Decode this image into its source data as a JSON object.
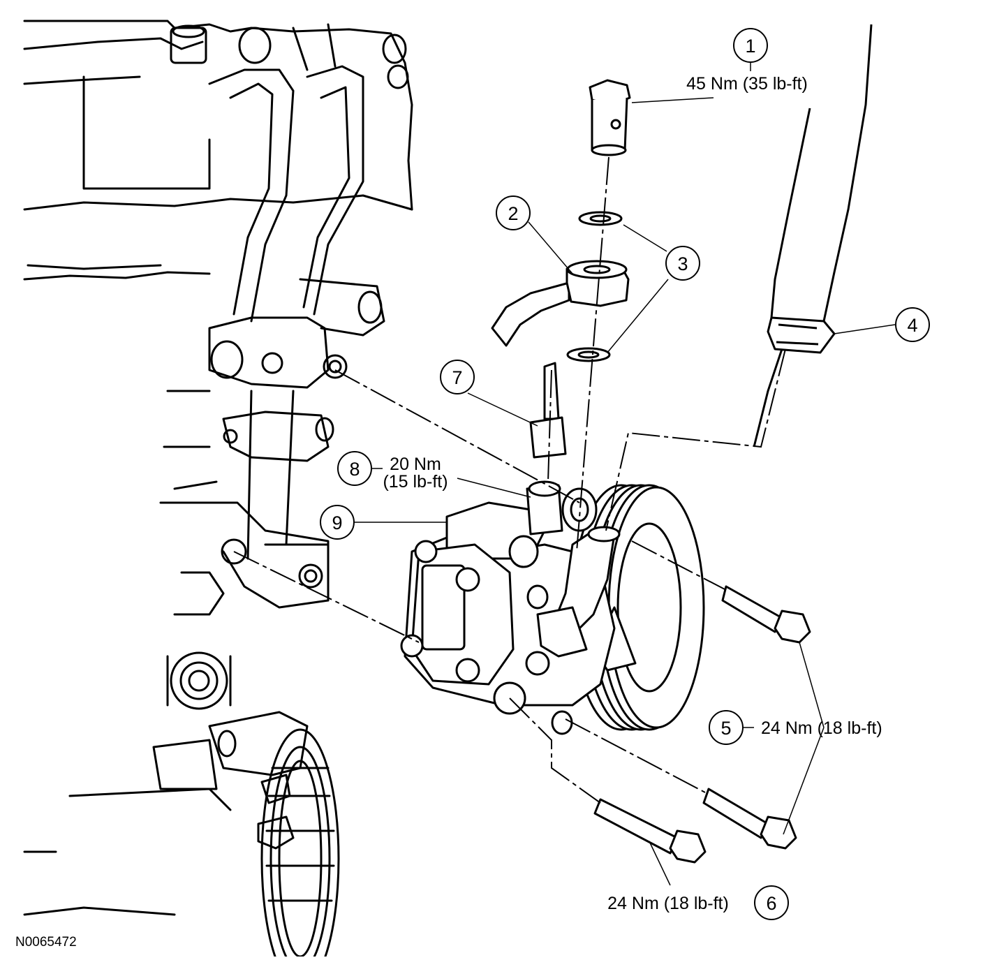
{
  "figure_id": "N0065472",
  "colors": {
    "line": "#000000",
    "background": "#ffffff"
  },
  "callouts": [
    {
      "number": "1",
      "torque": [
        "45 Nm (35 lb-ft)"
      ]
    },
    {
      "number": "2",
      "torque": []
    },
    {
      "number": "3",
      "torque": []
    },
    {
      "number": "4",
      "torque": []
    },
    {
      "number": "5",
      "torque": [
        "24 Nm (18 lb-ft)"
      ]
    },
    {
      "number": "6",
      "torque": [
        "24 Nm (18 lb-ft)"
      ]
    },
    {
      "number": "7",
      "torque": []
    },
    {
      "number": "8",
      "torque": [
        "20 Nm",
        "(15 lb-ft)"
      ]
    },
    {
      "number": "9",
      "torque": []
    }
  ]
}
